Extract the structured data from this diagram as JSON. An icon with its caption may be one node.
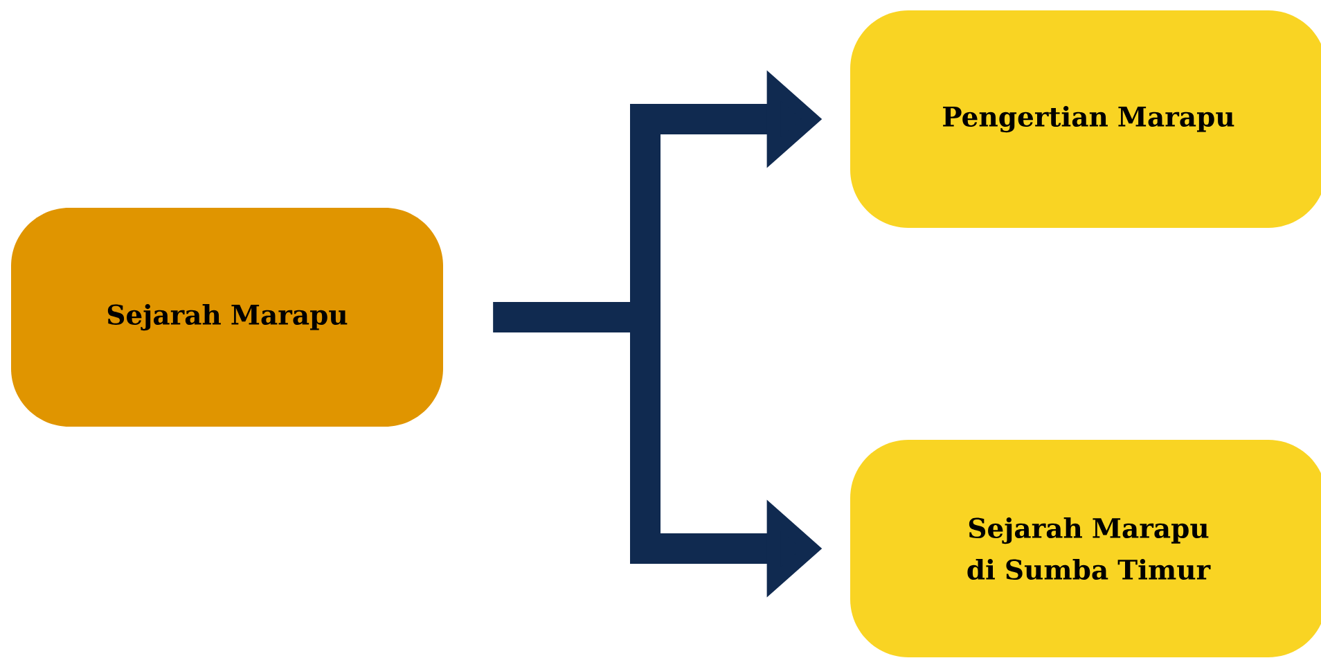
{
  "diagram": {
    "nodes": [
      {
        "text": [
          "Sejarah Marapu"
        ]
      },
      {
        "text": [
          "Pengertian Marapu"
        ]
      },
      {
        "text": [
          "Sejarah Marapu di Sumba Timur"
        ]
      }
    ],
    "edges": [
      {
        "from": 0,
        "to": 1,
        "arrow": "to"
      },
      {
        "from": 0,
        "to": 2,
        "arrow": "to"
      }
    ]
  }
}
